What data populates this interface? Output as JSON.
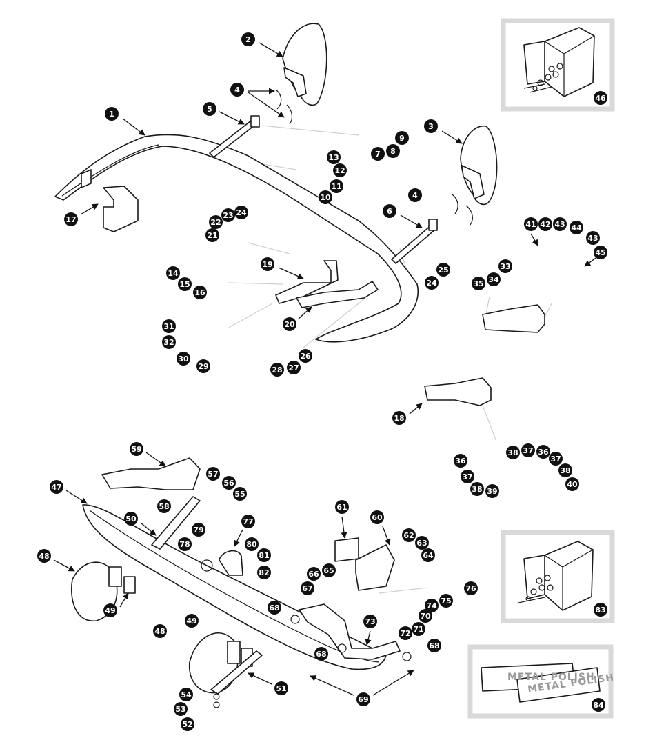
{
  "diagram": {
    "type": "exploded-parts-diagram",
    "callouts": [
      "1",
      "2",
      "3",
      "4",
      "5",
      "6",
      "7",
      "8",
      "9",
      "10",
      "11",
      "12",
      "13",
      "14",
      "15",
      "16",
      "17",
      "18",
      "19",
      "20",
      "21",
      "22",
      "23",
      "24",
      "25",
      "26",
      "27",
      "28",
      "29",
      "30",
      "31",
      "32",
      "33",
      "34",
      "35",
      "36",
      "37",
      "38",
      "39",
      "40",
      "41",
      "42",
      "43",
      "44",
      "45",
      "46",
      "47",
      "48",
      "49",
      "50",
      "51",
      "52",
      "53",
      "54",
      "55",
      "56",
      "57",
      "58",
      "59",
      "60",
      "61",
      "62",
      "63",
      "64",
      "65",
      "66",
      "67",
      "68",
      "69",
      "70",
      "71",
      "72",
      "73",
      "74",
      "75",
      "76",
      "77",
      "78",
      "79",
      "80",
      "81",
      "82",
      "83",
      "84"
    ],
    "insets": {
      "kit_top": {
        "callout": "46"
      },
      "kit_mid": {
        "callout": "83"
      },
      "polish": {
        "callout": "84",
        "label_1": "METAL POLISH",
        "label_2": "METAL POLISH"
      }
    },
    "colors": {
      "ink": "#1a1a1a",
      "callout_fill": "#111111",
      "inset_frame": "#d9d9d9",
      "ghost_leader": "#cfcfcf"
    }
  }
}
